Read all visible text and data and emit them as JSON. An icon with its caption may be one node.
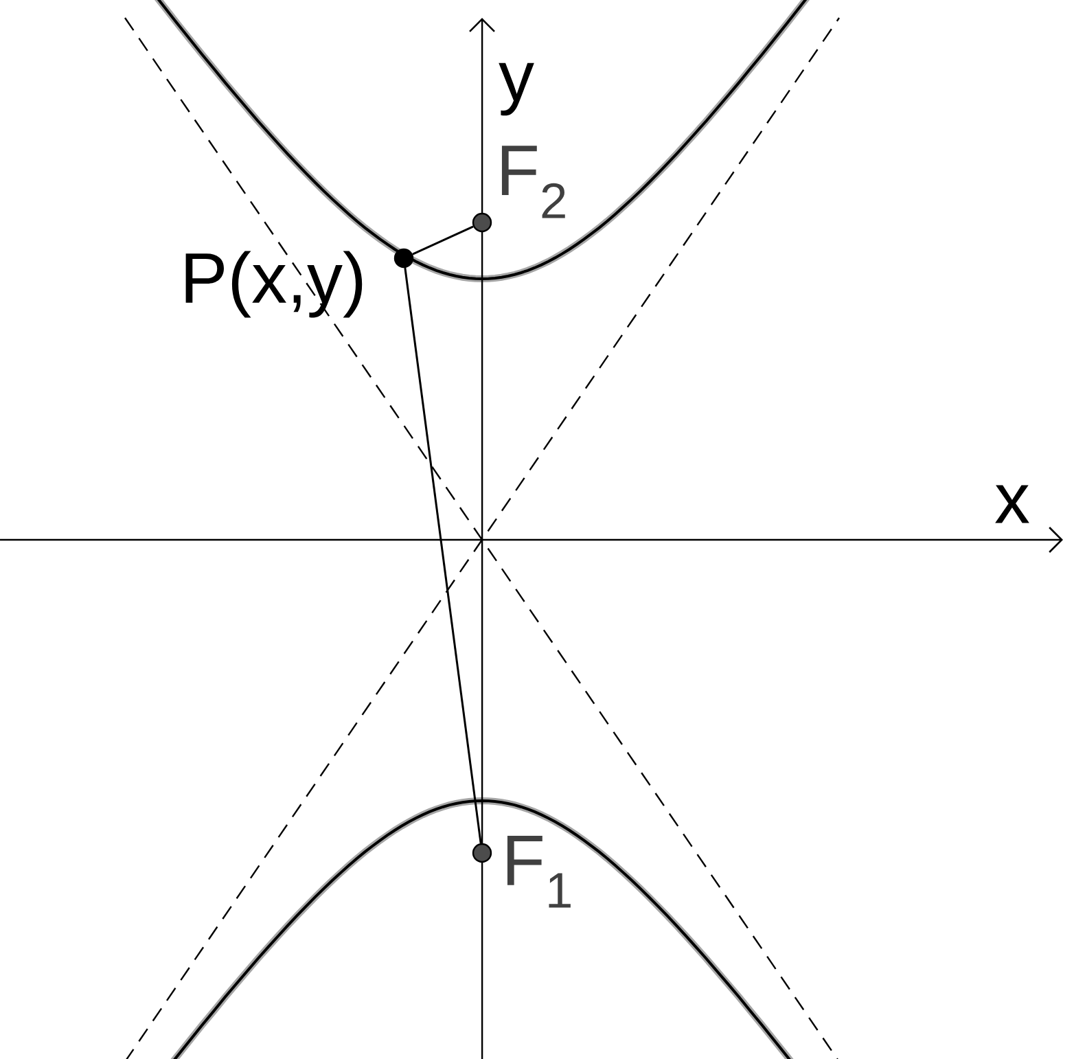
{
  "diagram": {
    "nodes": [
      {
        "text": [],
        "shape": "circle",
        "beside": [
          "P(x,y)"
        ]
      },
      {
        "text": [],
        "shape": "circle",
        "beside": [
          "F$_{2}$"
        ]
      },
      {
        "text": [],
        "shape": "circle",
        "beside": [
          "F$_{1}$"
        ]
      }
    ],
    "edges": [
      {
        "from": 0,
        "to": 1,
        "arrow": "none"
      },
      {
        "from": 0,
        "to": 2,
        "arrow": "none"
      }
    ],
    "labels": [
      "y",
      "x"
    ]
  }
}
